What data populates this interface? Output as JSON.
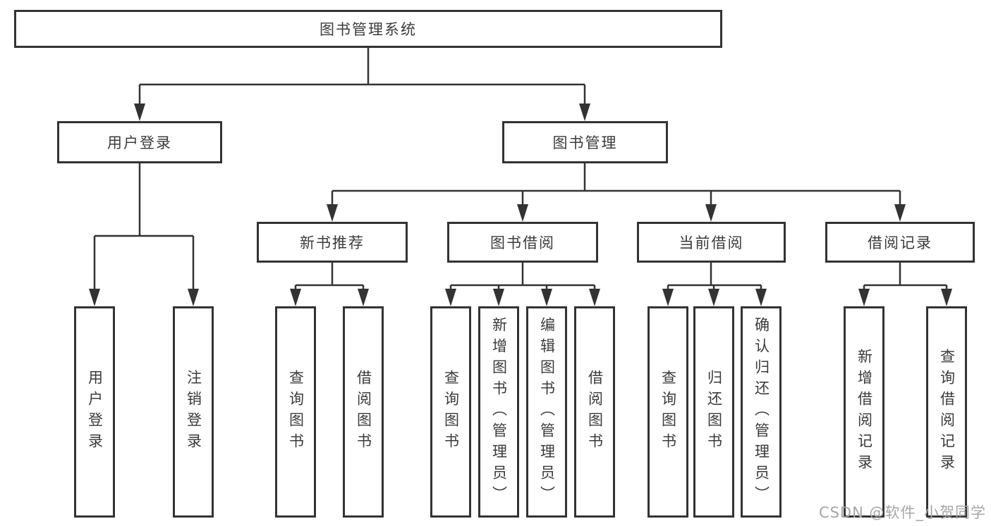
{
  "tree": {
    "root": {
      "label": "图书管理系统"
    },
    "branches": [
      {
        "label": "用户登录",
        "leaves": [
          "用户登录",
          "注销登录"
        ]
      },
      {
        "label": "图书管理",
        "children": [
          {
            "label": "新书推荐",
            "leaves": [
              "查询图书",
              "借阅图书"
            ]
          },
          {
            "label": "图书借阅",
            "leaves": [
              "查询图书",
              "新增图书（管理员）",
              "编辑图书（管理员）",
              "借阅图书"
            ]
          },
          {
            "label": "当前借阅",
            "leaves": [
              "查询图书",
              "归还图书",
              "确认归还（管理员）"
            ]
          },
          {
            "label": "借阅记录",
            "leaves": [
              "新增借阅记录",
              "查询借阅记录"
            ]
          }
        ]
      }
    ]
  },
  "watermark": {
    "text": "CSDN @软件_小贺同学"
  },
  "colors": {
    "line": "#333333",
    "border": "#333333",
    "text": "#3b3b3b",
    "background": "#ffffff",
    "watermark": "#a6a6a6"
  }
}
